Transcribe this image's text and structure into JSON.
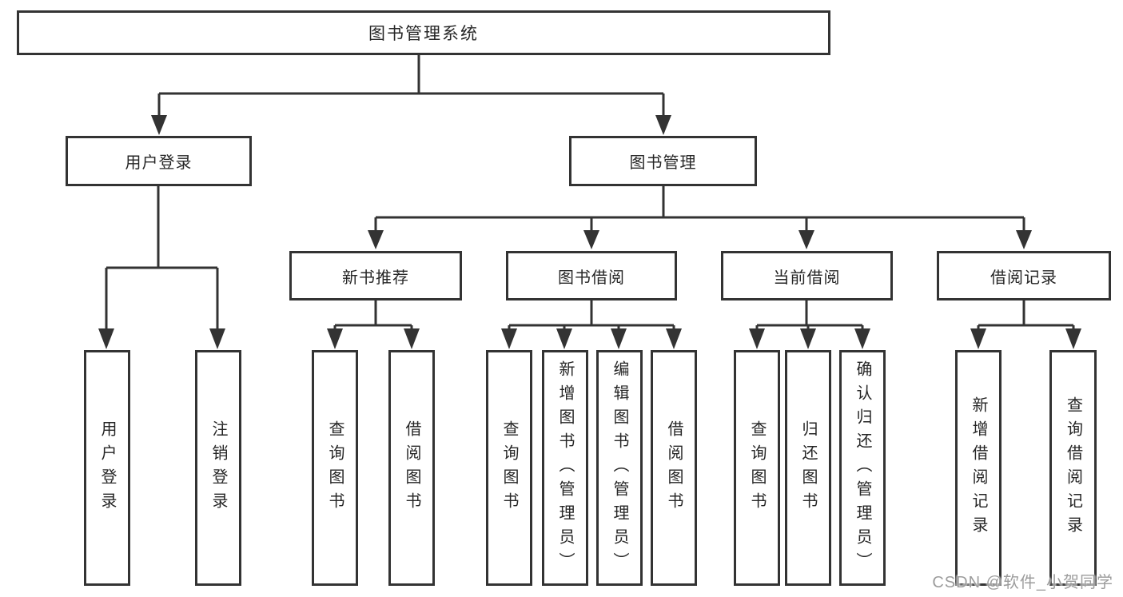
{
  "diagram": {
    "root": {
      "label": "图书管理系统",
      "children": [
        {
          "label": "用户登录",
          "children": [
            {
              "label": "用户登录"
            },
            {
              "label": "注销登录"
            }
          ]
        },
        {
          "label": "图书管理",
          "children": [
            {
              "label": "新书推荐",
              "children": [
                {
                  "label": "查询图书"
                },
                {
                  "label": "借阅图书"
                }
              ]
            },
            {
              "label": "图书借阅",
              "children": [
                {
                  "label": "查询图书"
                },
                {
                  "label": "新增图书（管理员）"
                },
                {
                  "label": "编辑图书（管理员）"
                },
                {
                  "label": "借阅图书"
                }
              ]
            },
            {
              "label": "当前借阅",
              "children": [
                {
                  "label": "查询图书"
                },
                {
                  "label": "归还图书"
                },
                {
                  "label": "确认归还（管理员）"
                }
              ]
            },
            {
              "label": "借阅记录",
              "children": [
                {
                  "label": "新增借阅记录"
                },
                {
                  "label": "查询借阅记录"
                }
              ]
            }
          ]
        }
      ]
    }
  },
  "watermark": {
    "text": "CSDN @软件_小贺同学",
    "color": "#9c9c9c"
  },
  "colors": {
    "line": "#333333",
    "box_border": "#333333",
    "box_fill": "#ffffff",
    "text": "#262626",
    "background": "#ffffff"
  }
}
